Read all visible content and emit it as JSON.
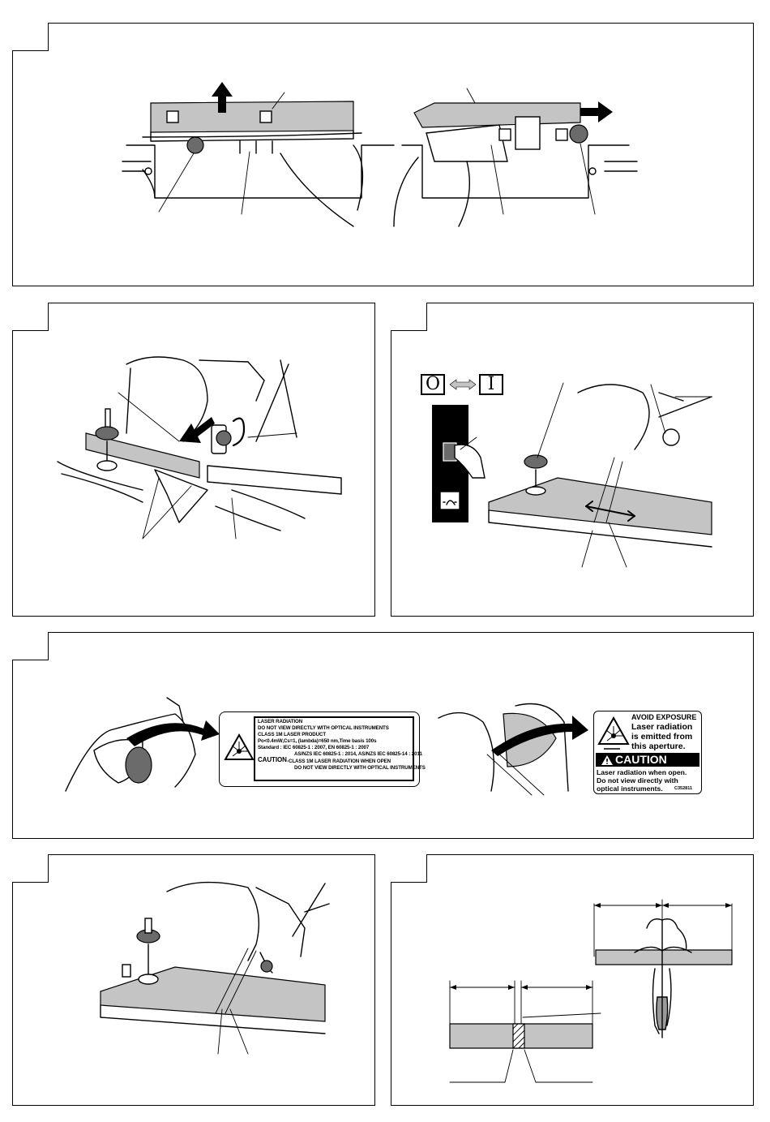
{
  "laser_warning_label": {
    "line1": "LASER RADIATION",
    "line2": "DO NOT VIEW DIRECTLY WITH OPTICAL INSTRUMENTS",
    "line3": "CLASS 1M LASER PRODUCT",
    "line4": "Po<0.4mW,Cs=1, (lambda)=650 nm,Time basis 100s",
    "line5": "Standard : IEC 60825-1 : 2007,  EN 60825-1 : 2007",
    "line6": "AS/NZS IEC 60825-1 : 2014, AS/NZS IEC 60825-14 : 2011",
    "caution_word": "CAUTION",
    "line7": "-CLASS 1M LASER RADIATION WHEN OPEN",
    "line8": "DO NOT VIEW DIRECTLY WITH OPTICAL INSTRUMENTS"
  },
  "aperture_caution_label": {
    "line1": "AVOID EXPOSURE",
    "line2": "Laser radiation",
    "line3": "is emitted from",
    "line4": "this aperture.",
    "caution_word": "CAUTION",
    "line5": "Laser radiation when open.",
    "line6": "Do not view directly with",
    "line7": "optical instruments.",
    "code": "C352811"
  },
  "switch_panel": {
    "off_symbol": "O",
    "on_symbol": "I"
  },
  "icons": [
    "up-arrow-icon",
    "right-arrow-icon",
    "double-arrow-icon",
    "rotate-arrow-icon",
    "laser-hazard-icon",
    "warning-triangle-icon",
    "lamp-icon"
  ]
}
